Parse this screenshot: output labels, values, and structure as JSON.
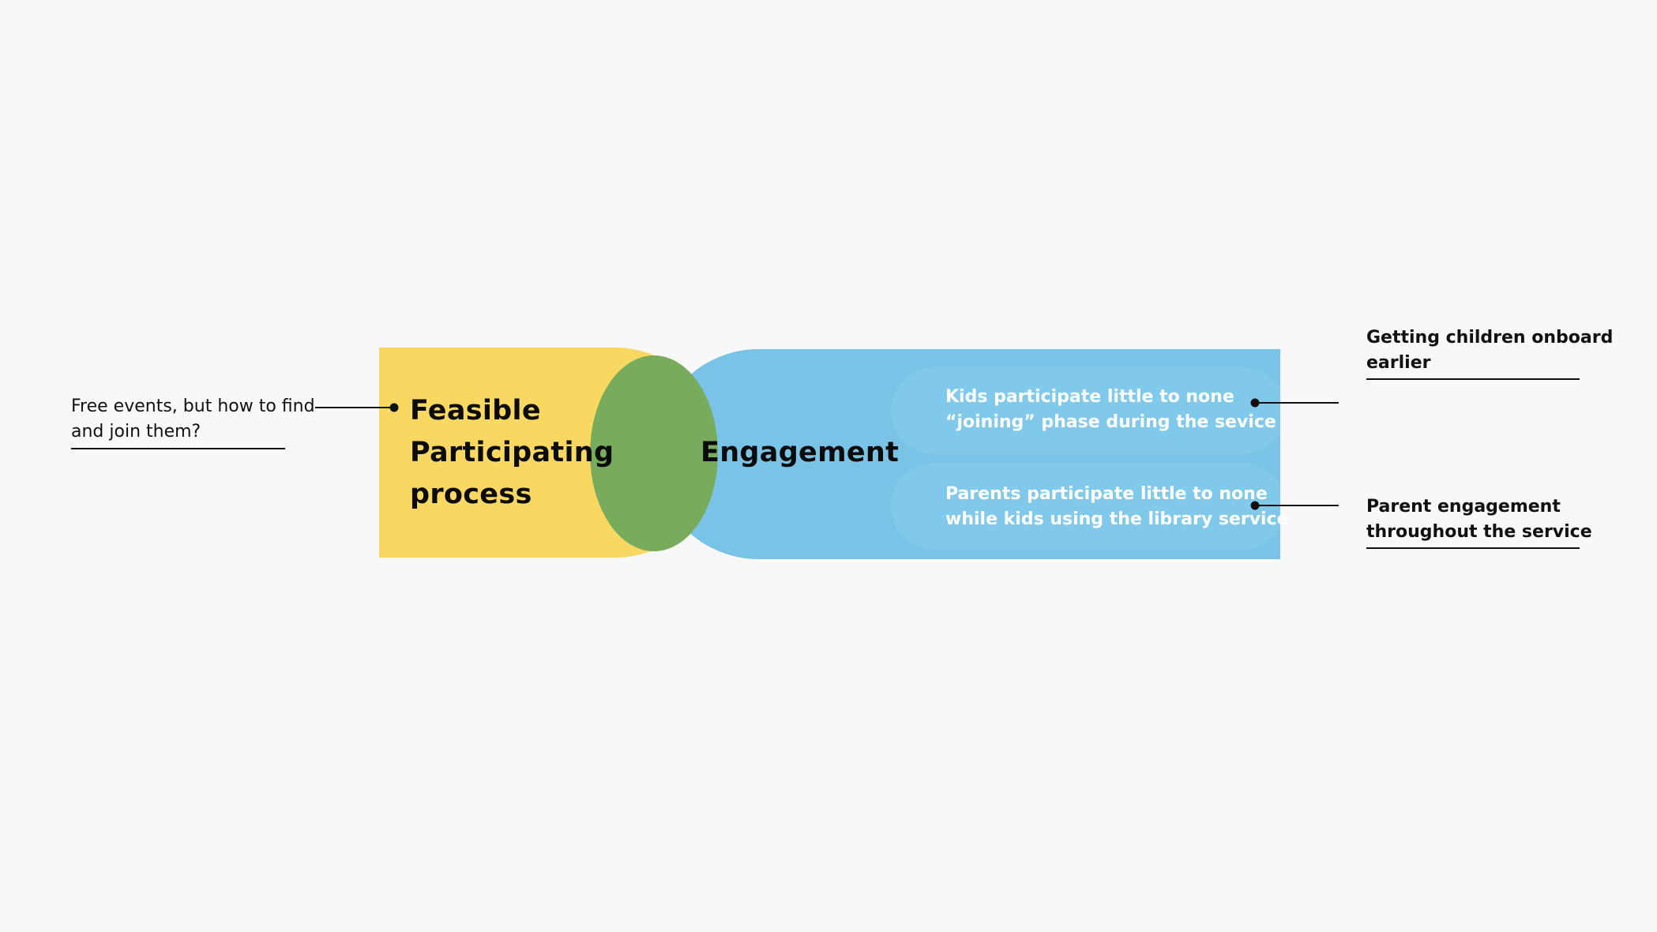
{
  "colors": {
    "background": "#f8f8f8",
    "yellow_block": "#f9d862",
    "blue_block": "#79c4e6",
    "overlap": "#78ab5b",
    "pill": "#81c9ea",
    "text_dark": "#111111",
    "text_light": "#ffffff"
  },
  "left_block": {
    "title_lines": [
      "Feasible",
      "Participating",
      "process"
    ]
  },
  "right_block": {
    "title": "Engagement"
  },
  "pills": [
    {
      "lines": [
        "Kids participate little to none",
        "“joining” phase during the sevice"
      ]
    },
    {
      "lines": [
        "Parents participate little to none",
        "while kids using the library service"
      ]
    }
  ],
  "annotations": {
    "left": {
      "lines": [
        "Free events, but how to find",
        "and join them?"
      ]
    },
    "right_top": {
      "lines": [
        "Getting children onboard",
        "earlier"
      ]
    },
    "right_bottom": {
      "lines": [
        "Parent engagement",
        "throughout the service"
      ]
    }
  }
}
